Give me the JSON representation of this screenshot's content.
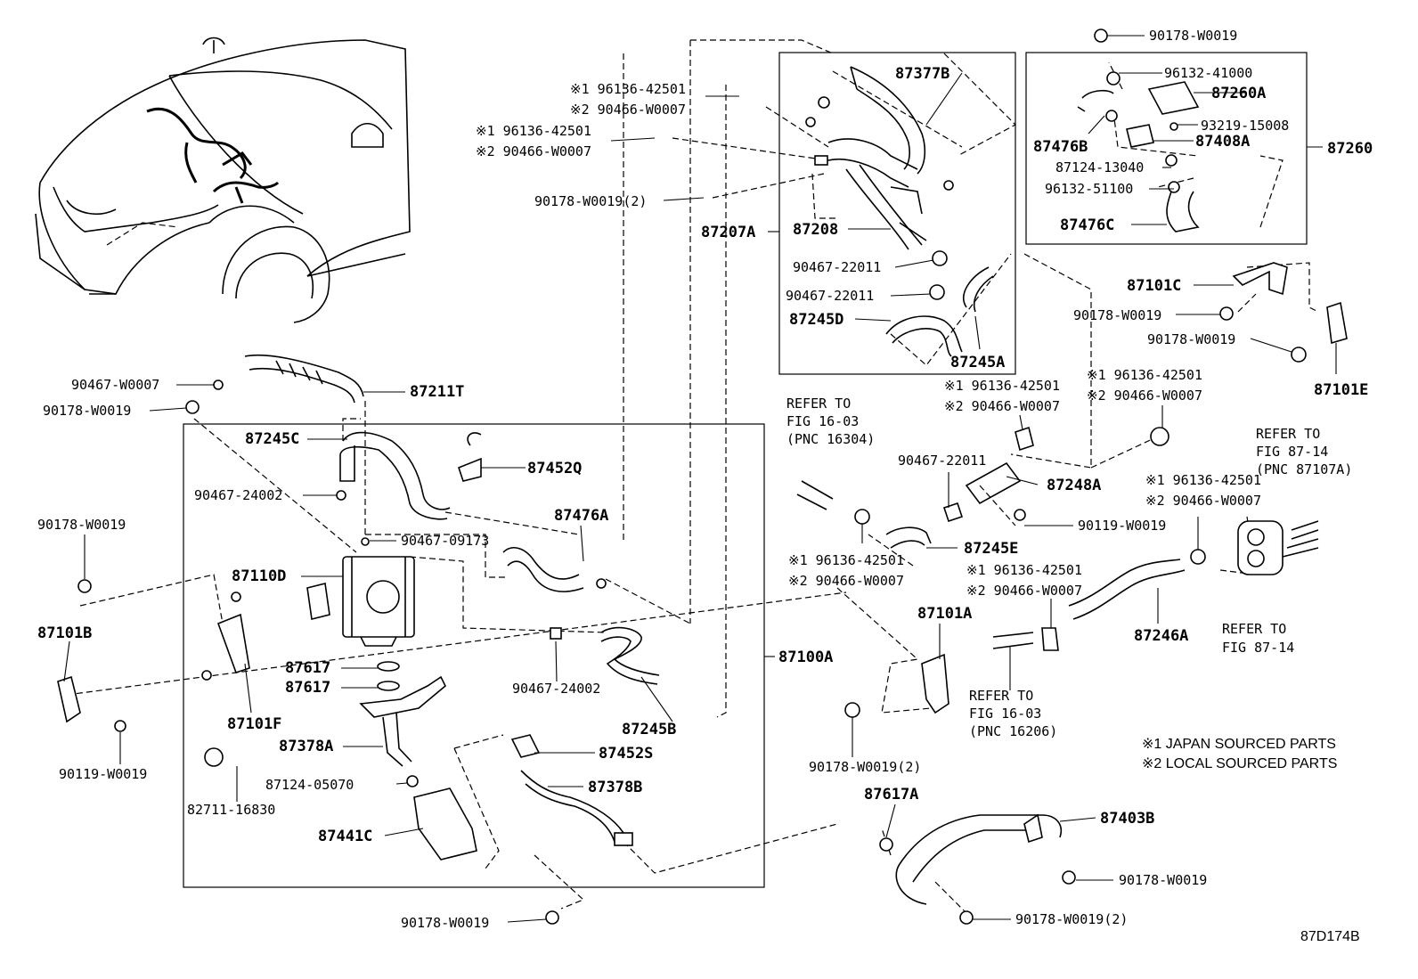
{
  "diagram_id": "87D174B",
  "notes": {
    "n1": "※1 JAPAN SOURCED PARTS",
    "n2": "※2 LOCAL SOURCED PARTS"
  },
  "refs": {
    "r1": [
      "REFER TO",
      "FIG 16-03",
      "(PNC 16304)"
    ],
    "r2": [
      "REFER TO",
      "FIG 87-14",
      "(PNC 87107A)"
    ],
    "r3": [
      "REFER TO",
      "FIG 87-14"
    ],
    "r4": [
      "REFER TO",
      "FIG 16-03",
      "(PNC 16206)"
    ]
  },
  "labels": {
    "p90178_top": "90178-W0019",
    "p96132_41000": "96132-41000",
    "p87260A": "87260A",
    "p93219": "93219-15008",
    "p87476B": "87476B",
    "p87408A": "87408A",
    "p87260": "87260",
    "p87124_13040": "87124-13040",
    "p96132_51100": "96132-51100",
    "p87476C": "87476C",
    "p87377B": "87377B",
    "p87207A": "87207A",
    "p87208": "87208",
    "p90467_22011a": "90467-22011",
    "p90467_22011b": "90467-22011",
    "p87245D": "87245D",
    "p87245A": "87245A",
    "c1a": "※1 96136-42501",
    "c1b": "※2 90466-W0007",
    "c2a": "※1 96136-42501",
    "c2b": "※2 90466-W0007",
    "p90178_2": "90178-W0019(2)",
    "p87101C": "87101C",
    "p90178_r1": "90178-W0019",
    "p90178_r2": "90178-W0019",
    "p87101E": "87101E",
    "c3a": "※1 96136-42501",
    "c3b": "※2 90466-W0007",
    "c4a": "※1 96136-42501",
    "c4b": "※2 90466-W0007",
    "p90467_22011c": "90467-22011",
    "p87248A": "87248A",
    "c5a": "※1 96136-42501",
    "c5b": "※2 90466-W0007",
    "p90119_r": "90119-W0019",
    "p87245E": "87245E",
    "c6a": "※1 96136-42501",
    "c6b": "※2 90466-W0007",
    "c7a": "※1 96136-42501",
    "c7b": "※2 90466-W0007",
    "p87246A": "87246A",
    "p87101A": "87101A",
    "p90178_2b": "90178-W0019(2)",
    "p87617A": "87617A",
    "p87403B": "87403B",
    "p90178_b1": "90178-W0019",
    "p90178_2c": "90178-W0019(2)",
    "p90467_W0007": "90467-W0007",
    "p90178_l1": "90178-W0019",
    "p87211T": "87211T",
    "p87245C": "87245C",
    "p87452Q": "87452Q",
    "p90467_24002a": "90467-24002",
    "p87476A": "87476A",
    "p90467_09173": "90467-09173",
    "p90178_l2": "90178-W0019",
    "p87110D": "87110D",
    "p87101B": "87101B",
    "p87617a": "87617",
    "p87617b": "87617",
    "p90467_24002b": "90467-24002",
    "p87100A": "87100A",
    "p87101F": "87101F",
    "p87245B": "87245B",
    "p87378A": "87378A",
    "p87452S": "87452S",
    "p90119_l": "90119-W0019",
    "p87124_05070": "87124-05070",
    "p87378B": "87378B",
    "p82711": "82711-16830",
    "p87441C": "87441C",
    "p90178_bot": "90178-W0019"
  }
}
